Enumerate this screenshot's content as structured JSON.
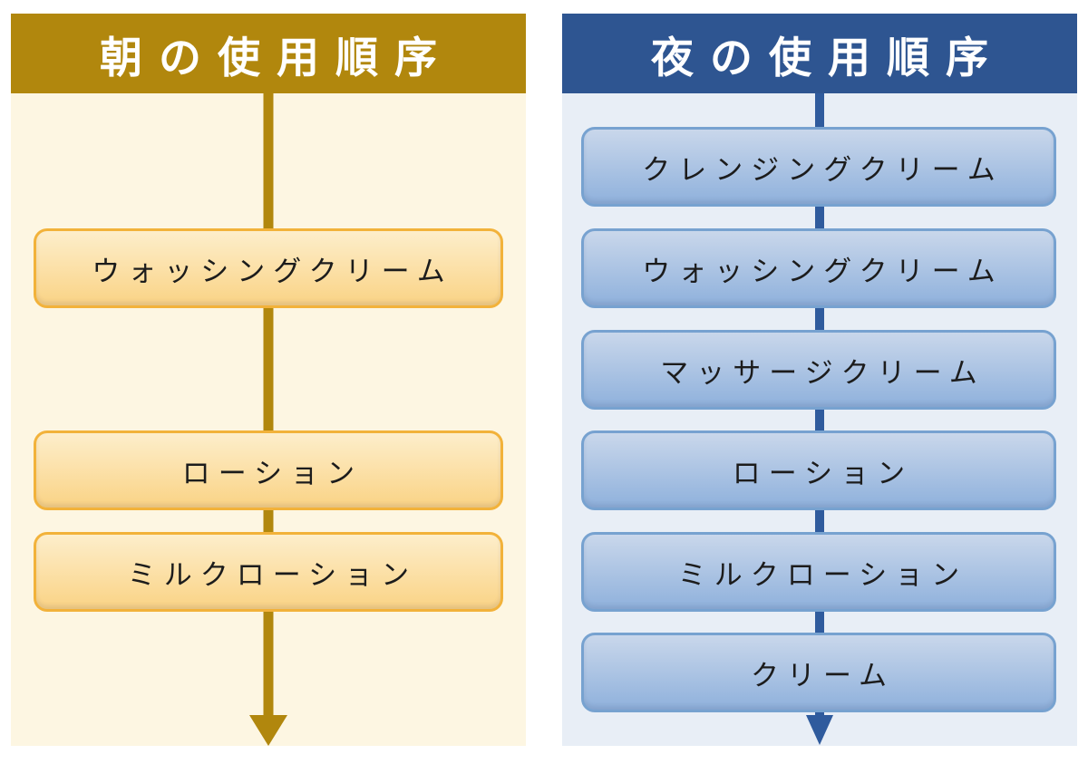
{
  "diagram": {
    "description": "skincare-usage-order-flowcharts",
    "background": "#FFFFFF"
  },
  "panels": [
    {
      "id": "morning",
      "title": "朝の使用順序",
      "theme": {
        "header_bg": "#B1870D",
        "header_text_color": "#FFFFFF",
        "body_bg": "#FDF6E2",
        "arrow_color": "#B1870D",
        "box_border": "#F2B23A",
        "box_fill_top": "#FDEECB",
        "box_fill_bottom": "#FAD385",
        "text_color": "#1C1C1C"
      },
      "arrow_icon": "down-arrow-icon",
      "steps": [
        {
          "label": "ウォッシングクリーム"
        },
        {
          "label": "ローション"
        },
        {
          "label": "ミルクローション"
        }
      ]
    },
    {
      "id": "night",
      "title": "夜の使用順序",
      "theme": {
        "header_bg": "#2E5591",
        "header_text_color": "#FFFFFF",
        "body_bg": "#E8EEF6",
        "arrow_color": "#2F5B9D",
        "box_border": "#77A2D0",
        "box_fill_top": "#C9D7EB",
        "box_fill_bottom": "#8FB1DC",
        "text_color": "#1C1C1C"
      },
      "arrow_icon": "down-arrow-icon",
      "steps": [
        {
          "label": "クレンジングクリーム"
        },
        {
          "label": "ウォッシングクリーム"
        },
        {
          "label": "マッサージクリーム"
        },
        {
          "label": "ローション"
        },
        {
          "label": "ミルクローション"
        },
        {
          "label": "クリーム"
        }
      ]
    }
  ]
}
